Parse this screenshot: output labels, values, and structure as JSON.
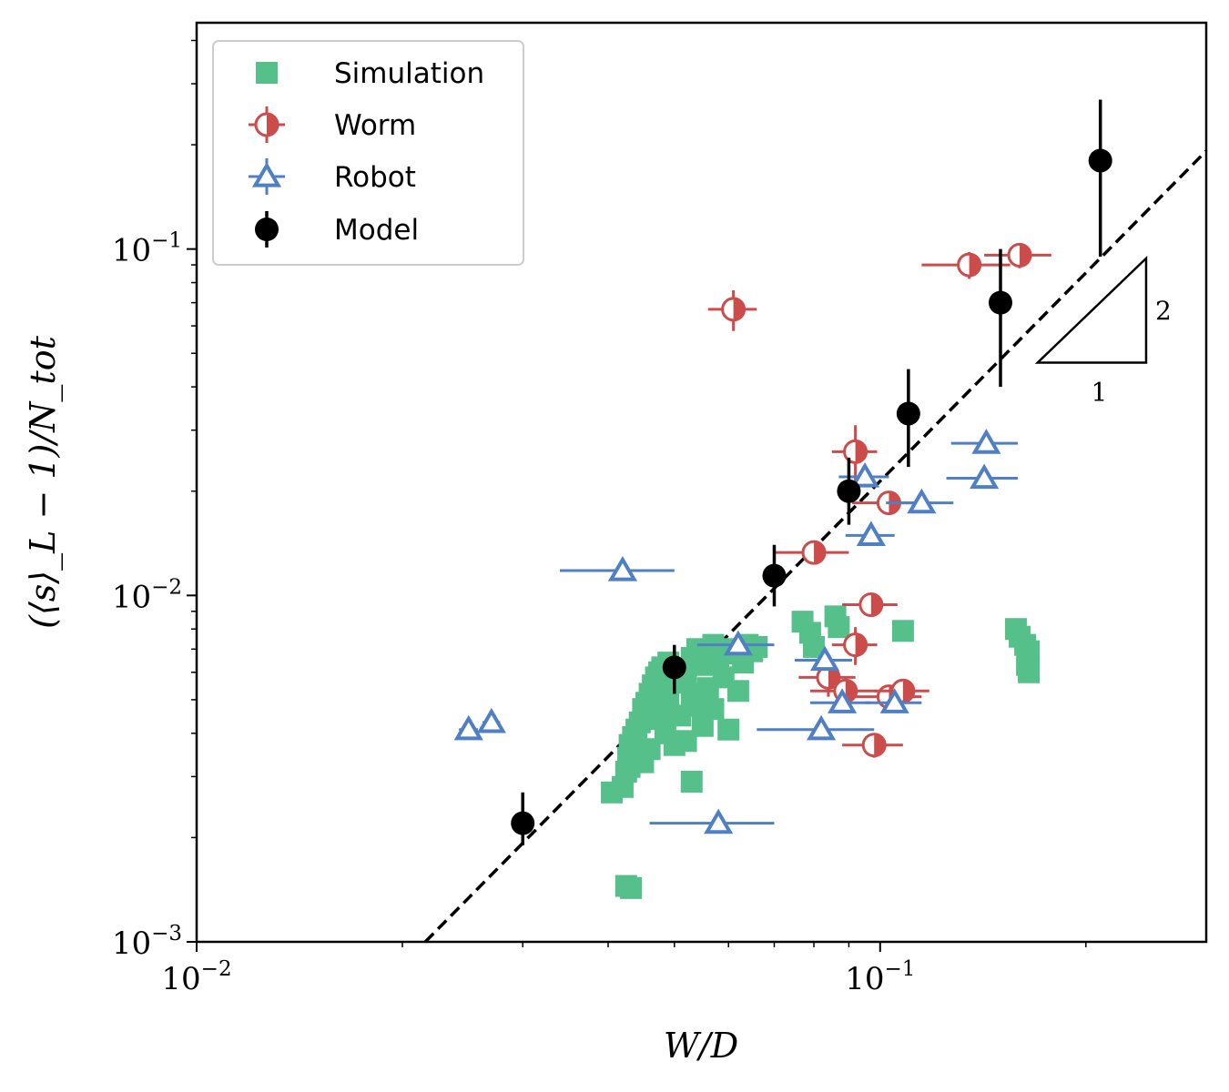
{
  "chart_data": {
    "type": "scatter",
    "xscale": "log",
    "yscale": "log",
    "xlim": [
      0.01,
      0.3
    ],
    "ylim": [
      0.001,
      0.45
    ],
    "xlabel": "W/D",
    "ylabel": "(⟨s⟩_L − 1)/N_tot",
    "x_ticks": [
      {
        "value": 0.01,
        "base": "10",
        "exp": "−2"
      },
      {
        "value": 0.1,
        "base": "10",
        "exp": "−1"
      }
    ],
    "y_ticks": [
      {
        "value": 0.001,
        "base": "10",
        "exp": "−3"
      },
      {
        "value": 0.01,
        "base": "10",
        "exp": "−2"
      },
      {
        "value": 0.1,
        "base": "10",
        "exp": "−1"
      }
    ],
    "legend_position": "top-left",
    "grid": false,
    "colors": {
      "simulation": "#55c08a",
      "worm": "#cc4c4c",
      "robot": "#4f7fc4",
      "model": "#000000"
    },
    "series": [
      {
        "name": "Simulation",
        "marker": "square",
        "points": [
          [
            0.0405,
            0.0027
          ],
          [
            0.042,
            0.0028
          ],
          [
            0.0425,
            0.0031
          ],
          [
            0.0428,
            0.0034
          ],
          [
            0.043,
            0.0032
          ],
          [
            0.043,
            0.0037
          ],
          [
            0.0435,
            0.0039
          ],
          [
            0.044,
            0.0035
          ],
          [
            0.044,
            0.0041
          ],
          [
            0.0445,
            0.0043
          ],
          [
            0.045,
            0.0033
          ],
          [
            0.045,
            0.0047
          ],
          [
            0.0455,
            0.0049
          ],
          [
            0.046,
            0.0036
          ],
          [
            0.046,
            0.0052
          ],
          [
            0.0465,
            0.0055
          ],
          [
            0.047,
            0.0058
          ],
          [
            0.047,
            0.0044
          ],
          [
            0.0475,
            0.006
          ],
          [
            0.048,
            0.0062
          ],
          [
            0.048,
            0.0046
          ],
          [
            0.0485,
            0.004
          ],
          [
            0.049,
            0.005
          ],
          [
            0.049,
            0.0064
          ],
          [
            0.05,
            0.0056
          ],
          [
            0.05,
            0.0037
          ],
          [
            0.051,
            0.0045
          ],
          [
            0.051,
            0.0058
          ],
          [
            0.052,
            0.006
          ],
          [
            0.052,
            0.0038
          ],
          [
            0.053,
            0.0052
          ],
          [
            0.053,
            0.0066
          ],
          [
            0.054,
            0.0048
          ],
          [
            0.054,
            0.007
          ],
          [
            0.055,
            0.0042
          ],
          [
            0.055,
            0.0063
          ],
          [
            0.056,
            0.0054
          ],
          [
            0.056,
            0.0068
          ],
          [
            0.057,
            0.0047
          ],
          [
            0.057,
            0.0072
          ],
          [
            0.058,
            0.0065
          ],
          [
            0.059,
            0.0058
          ],
          [
            0.06,
            0.007
          ],
          [
            0.06,
            0.0041
          ],
          [
            0.061,
            0.0068
          ],
          [
            0.062,
            0.0053
          ],
          [
            0.063,
            0.0064
          ],
          [
            0.064,
            0.0072
          ],
          [
            0.065,
            0.0069
          ],
          [
            0.066,
            0.0071
          ],
          [
            0.053,
            0.0029
          ],
          [
            0.0425,
            0.00145
          ],
          [
            0.0432,
            0.00143
          ],
          [
            0.077,
            0.0084
          ],
          [
            0.079,
            0.0078
          ],
          [
            0.08,
            0.0071
          ],
          [
            0.086,
            0.0087
          ],
          [
            0.087,
            0.0081
          ],
          [
            0.108,
            0.0079
          ],
          [
            0.158,
            0.008
          ],
          [
            0.16,
            0.0076
          ],
          [
            0.163,
            0.0072
          ],
          [
            0.165,
            0.0069
          ],
          [
            0.164,
            0.0063
          ],
          [
            0.165,
            0.006
          ]
        ]
      },
      {
        "name": "Worm",
        "marker": "half-circle",
        "points": [
          {
            "x": 0.061,
            "y": 0.067,
            "xerr": 0.005,
            "yerr": 0.009
          },
          {
            "x": 0.135,
            "y": 0.09,
            "xerr": 0.02,
            "yerr": 0.008
          },
          {
            "x": 0.16,
            "y": 0.096,
            "xerr": 0.018,
            "yerr": 0.008
          },
          {
            "x": 0.092,
            "y": 0.026,
            "xerr": 0.007,
            "yerr": 0.005
          },
          {
            "x": 0.103,
            "y": 0.0185,
            "xerr": 0.012,
            "yerr": 0.001
          },
          {
            "x": 0.08,
            "y": 0.0133,
            "xerr": 0.01,
            "yerr": 0.001
          },
          {
            "x": 0.097,
            "y": 0.0094,
            "xerr": 0.009,
            "yerr": 0.0005
          },
          {
            "x": 0.092,
            "y": 0.0072,
            "xerr": 0.007,
            "yerr": 0.0009
          },
          {
            "x": 0.084,
            "y": 0.0058,
            "xerr": 0.008,
            "yerr": 0.0007
          },
          {
            "x": 0.089,
            "y": 0.0053,
            "xerr": 0.01,
            "yerr": 0.0005
          },
          {
            "x": 0.103,
            "y": 0.0051,
            "xerr": 0.012,
            "yerr": 0.0004
          },
          {
            "x": 0.108,
            "y": 0.0053,
            "xerr": 0.01,
            "yerr": 0.0003
          },
          {
            "x": 0.098,
            "y": 0.0037,
            "xerr": 0.01,
            "yerr": 0.0003
          }
        ]
      },
      {
        "name": "Robot",
        "marker": "triangle",
        "points": [
          {
            "x": 0.025,
            "y": 0.0041,
            "xerr": 0.0008,
            "yerr": 0
          },
          {
            "x": 0.027,
            "y": 0.0043,
            "xerr": 0.0008,
            "yerr": 0
          },
          {
            "x": 0.042,
            "y": 0.0118,
            "xerr": 0.008,
            "yerr": 0
          },
          {
            "x": 0.062,
            "y": 0.0072,
            "xerr": 0.008,
            "yerr": 0
          },
          {
            "x": 0.058,
            "y": 0.0022,
            "xerr": 0.012,
            "yerr": 0
          },
          {
            "x": 0.083,
            "y": 0.0065,
            "xerr": 0.008,
            "yerr": 0
          },
          {
            "x": 0.088,
            "y": 0.0049,
            "xerr": 0.009,
            "yerr": 0
          },
          {
            "x": 0.082,
            "y": 0.0041,
            "xerr": 0.016,
            "yerr": 0
          },
          {
            "x": 0.105,
            "y": 0.0049,
            "xerr": 0.01,
            "yerr": 0
          },
          {
            "x": 0.097,
            "y": 0.0149,
            "xerr": 0.008,
            "yerr": 0
          },
          {
            "x": 0.095,
            "y": 0.022,
            "xerr": 0.008,
            "yerr": 0
          },
          {
            "x": 0.115,
            "y": 0.0185,
            "xerr": 0.013,
            "yerr": 0
          },
          {
            "x": 0.143,
            "y": 0.0275,
            "xerr": 0.016,
            "yerr": 0
          },
          {
            "x": 0.142,
            "y": 0.0218,
            "xerr": 0.017,
            "yerr": 0
          }
        ]
      },
      {
        "name": "Model",
        "marker": "circle",
        "points": [
          {
            "x": 0.03,
            "y": 0.0022,
            "ylo": 0.0019,
            "yhi": 0.0027
          },
          {
            "x": 0.05,
            "y": 0.0062,
            "ylo": 0.0052,
            "yhi": 0.0072
          },
          {
            "x": 0.07,
            "y": 0.0114,
            "ylo": 0.0093,
            "yhi": 0.014
          },
          {
            "x": 0.09,
            "y": 0.02,
            "ylo": 0.016,
            "yhi": 0.025
          },
          {
            "x": 0.11,
            "y": 0.0335,
            "ylo": 0.0235,
            "yhi": 0.045
          },
          {
            "x": 0.15,
            "y": 0.07,
            "ylo": 0.04,
            "yhi": 0.1
          },
          {
            "x": 0.21,
            "y": 0.18,
            "ylo": 0.095,
            "yhi": 0.27
          }
        ]
      }
    ],
    "fit_line": {
      "style": "dashed",
      "slope": 2,
      "x": [
        0.0216,
        0.3
      ],
      "y": [
        0.001,
        0.192
      ]
    },
    "slope_triangle": {
      "horizontal_label": "1",
      "vertical_label": "2",
      "x": [
        0.17,
        0.245
      ],
      "y": [
        0.047,
        0.094
      ]
    }
  }
}
